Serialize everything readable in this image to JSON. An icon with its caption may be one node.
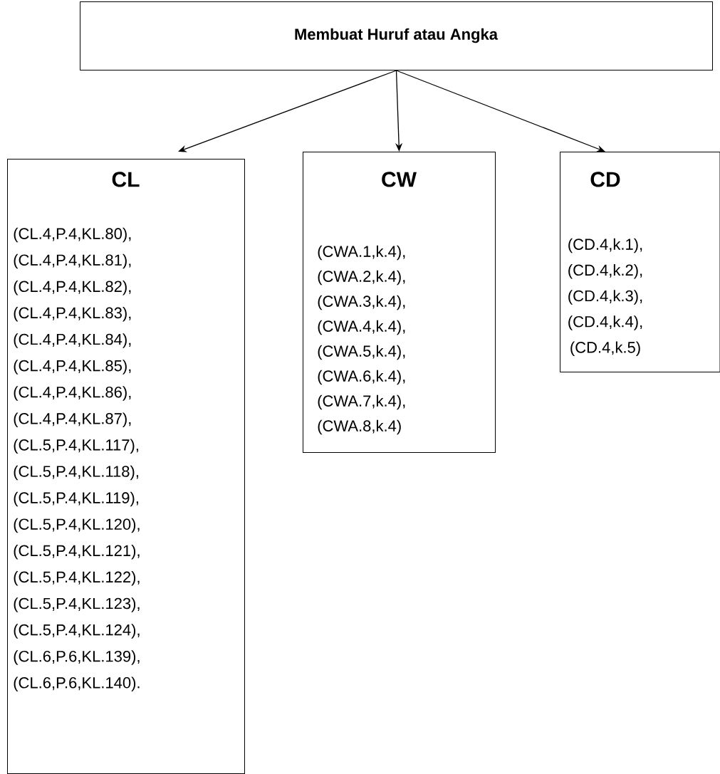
{
  "diagram": {
    "nodes": [
      {
        "text": [
          "Membuat Huruf atau Angka"
        ]
      },
      {
        "text": [
          "CL",
          "(CL.4,P.4,KL.80),",
          "(CL.4,P.4,KL.81),",
          "(CL.4,P.4,KL.82),",
          "(CL.4,P.4,KL.83),",
          "(CL.4,P.4,KL.84),",
          "(CL.4,P.4,KL.85),",
          "(CL.4,P.4,KL.86),",
          "(CL.4,P.4,KL.87),",
          "(CL.5,P.4,KL.117),",
          "(CL.5,P.4,KL.118),",
          "(CL.5,P.4,KL.119),",
          "(CL.5,P.4,KL.120),",
          "(CL.5,P.4,KL.121),",
          "(CL.5,P.4,KL.122),",
          "(CL.5,P.4,KL.123),",
          "(CL.5,P.4,KL.124),",
          "(CL.6,P.6,KL.139),",
          "(CL.6,P.6,KL.140)."
        ]
      },
      {
        "text": [
          "CW",
          "(CWA.1,k.4),",
          "(CWA.2,k.4),",
          "(CWA.3,k.4),",
          "(CWA.4,k.4),",
          "(CWA.5,k.4),",
          "(CWA.6,k.4),",
          "(CWA.7,k.4),",
          "(CWA.8,k.4)"
        ]
      },
      {
        "text": [
          "CD",
          "(CD.4,k.1),",
          "(CD.4,k.2),",
          "(CD.4,k.3),",
          "(CD.4,k.4),",
          "(CD.4,k.5)"
        ]
      }
    ],
    "edges": [
      {
        "from": 0,
        "to": 1,
        "arrow": "to"
      },
      {
        "from": 0,
        "to": 2,
        "arrow": "to"
      },
      {
        "from": 0,
        "to": 3,
        "arrow": "to"
      }
    ]
  }
}
